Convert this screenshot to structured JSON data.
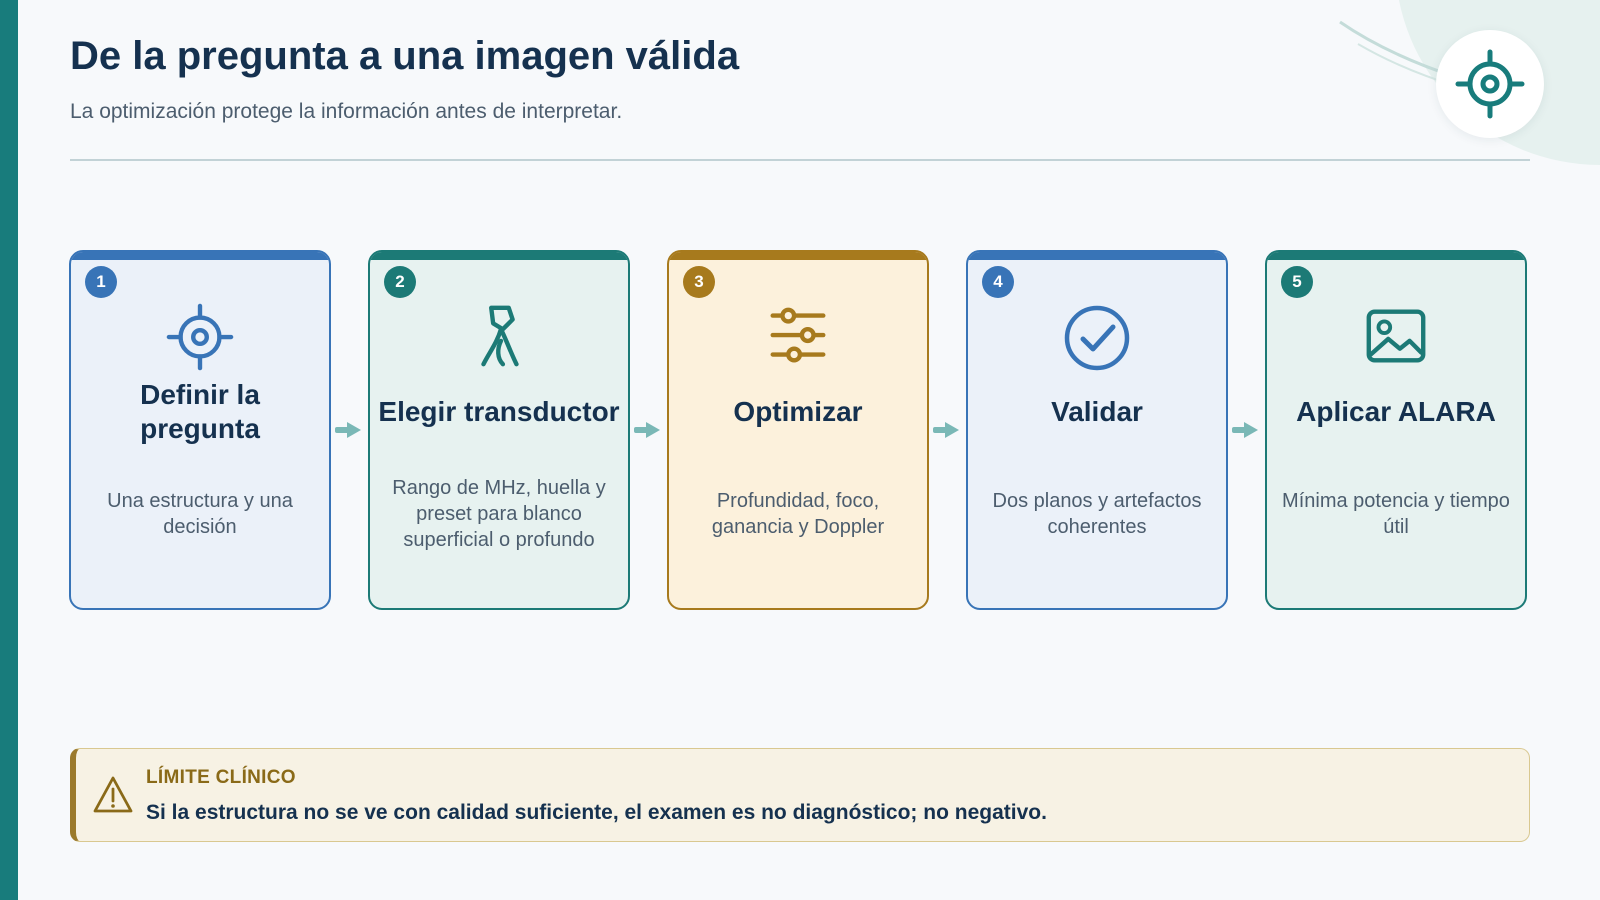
{
  "header": {
    "title": "De la pregunta a una imagen válida",
    "subtitle": "La optimización protege la información antes de interpretar.",
    "corner_icon": "crosshair-icon"
  },
  "steps": [
    {
      "number": "1",
      "title": "Definir la pregunta",
      "description": "Una estructura y una decisión",
      "icon": "crosshair-icon",
      "color": "#3874b7"
    },
    {
      "number": "2",
      "title": "Elegir transductor",
      "description": "Rango de MHz, huella y preset para blanco superficial o profundo",
      "icon": "probe-icon",
      "color": "#1c7a76"
    },
    {
      "number": "3",
      "title": "Optimizar",
      "description": "Profundidad, foco, ganancia y Doppler",
      "icon": "sliders-icon",
      "color": "#a77a1d"
    },
    {
      "number": "4",
      "title": "Validar",
      "description": "Dos planos y artefactos coherentes",
      "icon": "check-circle-icon",
      "color": "#3874b7"
    },
    {
      "number": "5",
      "title": "Aplicar ALARA",
      "description": "Mínima potencia y tiempo útil",
      "icon": "image-icon",
      "color": "#1c7a76"
    }
  ],
  "warning": {
    "label": "LÍMITE CLÍNICO",
    "text": "Si la estructura no se ve con calidad suficiente, el examen es no diagnóstico; no negativo.",
    "icon": "warning-triangle-icon"
  },
  "colors": {
    "accent_teal": "#187c7c",
    "blue": "#3874b7",
    "teal": "#1c7a76",
    "gold": "#a77a1d",
    "title": "#15314f"
  }
}
